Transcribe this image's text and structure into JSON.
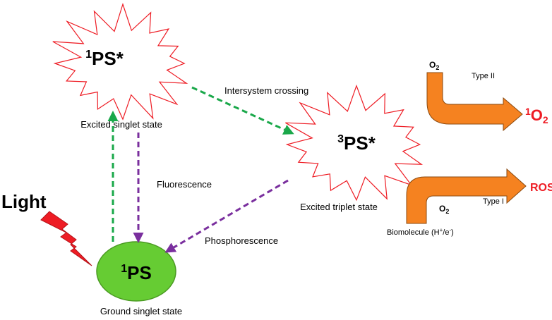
{
  "colors": {
    "star_outline": "#ee1c24",
    "ground_fill": "#66cc33",
    "pathway_arrow": "#f58220",
    "absorption_arrow": "#1aa84a",
    "emission_arrow": "#7a2f9e",
    "product_text": "#ee1c24"
  },
  "icons": {
    "light": "lightning-bolt-icon"
  },
  "states": {
    "singlet_excited": {
      "symbol_sup": "1",
      "symbol": "PS*",
      "label": "Excited singlet state"
    },
    "triplet_excited": {
      "symbol_sup": "3",
      "symbol": "PS*",
      "label": "Excited triplet state"
    },
    "ground": {
      "symbol_sup": "1",
      "symbol": "PS",
      "label": "Ground singlet state"
    }
  },
  "transitions": {
    "intersystem_crossing": "Intersystem crossing",
    "fluorescence": "Fluorescence",
    "phosphorescence": "Phosphorescence"
  },
  "light": {
    "label": "Light"
  },
  "type_ii": {
    "label": "Type II",
    "reactant_base": "O",
    "reactant_sub": "2",
    "product_sup": "1",
    "product_base": "O",
    "product_sub": "2"
  },
  "type_i": {
    "label": "Type I",
    "reactant_base": "O",
    "reactant_sub": "2",
    "product": "ROS",
    "biomolecule_text": "Biomolecule (H",
    "biomolecule_sup1": "+",
    "biomolecule_mid": "/e",
    "biomolecule_sup2": "-",
    "biomolecule_close": ")"
  }
}
